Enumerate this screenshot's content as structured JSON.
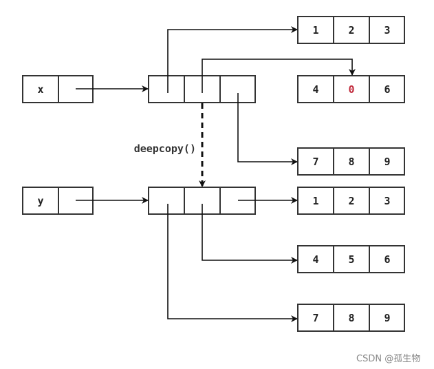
{
  "variables": {
    "x": "x",
    "y": "y"
  },
  "x_lists": [
    [
      "1",
      "2",
      "3"
    ],
    [
      "4",
      "0",
      "6"
    ],
    [
      "7",
      "8",
      "9"
    ]
  ],
  "y_lists": [
    [
      "1",
      "2",
      "3"
    ],
    [
      "4",
      "5",
      "6"
    ],
    [
      "7",
      "8",
      "9"
    ]
  ],
  "edge_label": "deepcopy()",
  "highlight_color": "#c0283a",
  "watermark": "CSDN @孤生物"
}
